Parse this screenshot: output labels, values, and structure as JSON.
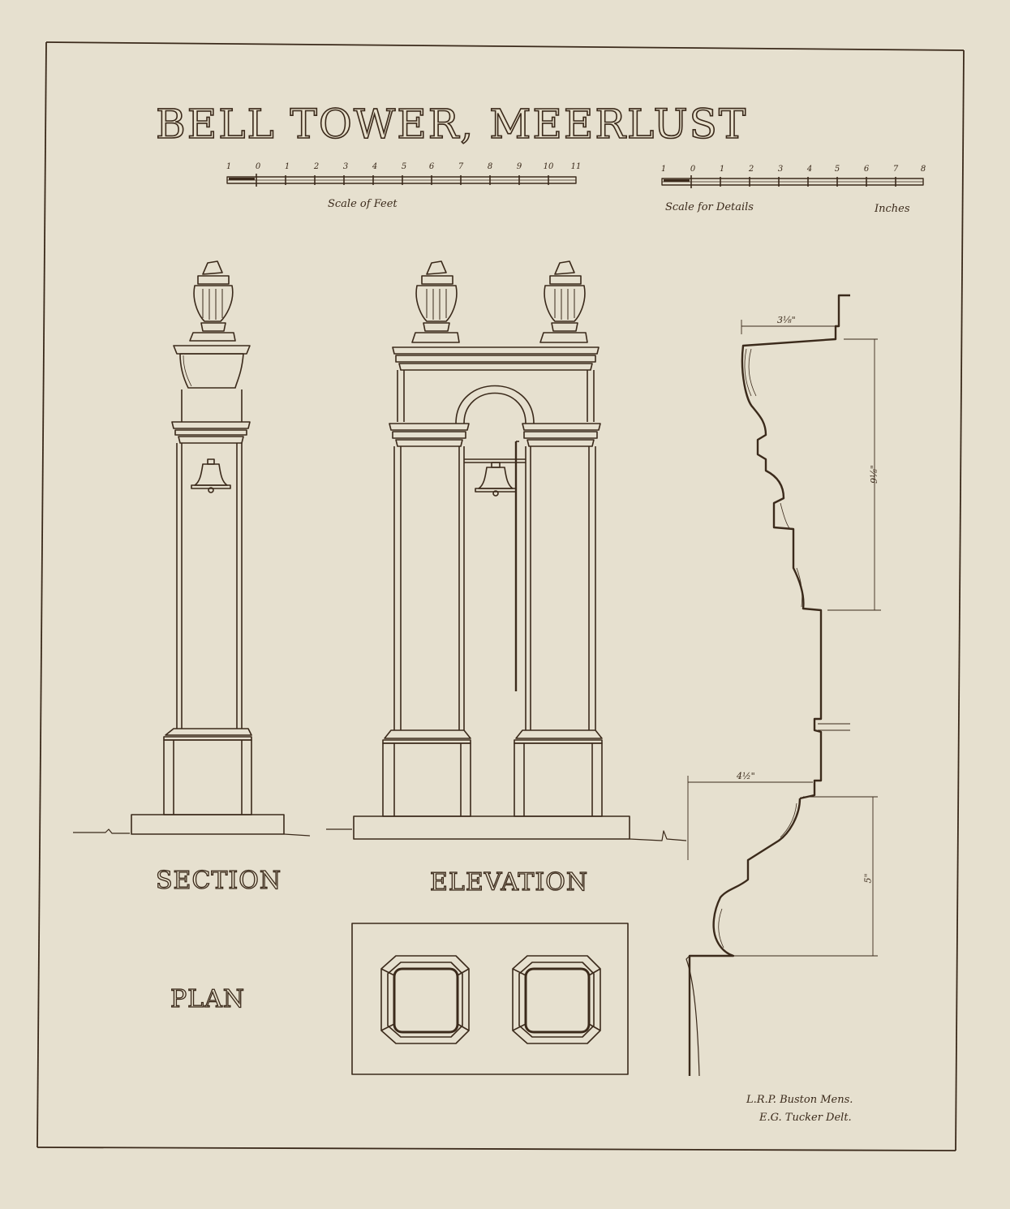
{
  "title": "BELL TOWER, MEERLUST",
  "scale_feet": {
    "ticks": [
      "1",
      "0",
      "1",
      "2",
      "3",
      "4",
      "5",
      "6",
      "7",
      "8",
      "9",
      "10",
      "11"
    ],
    "label": "Scale of Feet"
  },
  "scale_details": {
    "ticks": [
      "1",
      "0",
      "1",
      "2",
      "3",
      "4",
      "5",
      "6",
      "7",
      "8"
    ],
    "label": "Scale for Details",
    "unit_label": "Inches"
  },
  "views": {
    "section": "SECTION",
    "elevation": "ELEVATION",
    "plan": "PLAN"
  },
  "dimensions": {
    "top_width": "3⅛\"",
    "upper_height": "9⅛\"",
    "lower_width": "4½\"",
    "lower_height": "5\""
  },
  "credits": {
    "measured": "L.R.P. Buston  Mens.",
    "drawn": "E.G. Tucker  Delt."
  }
}
